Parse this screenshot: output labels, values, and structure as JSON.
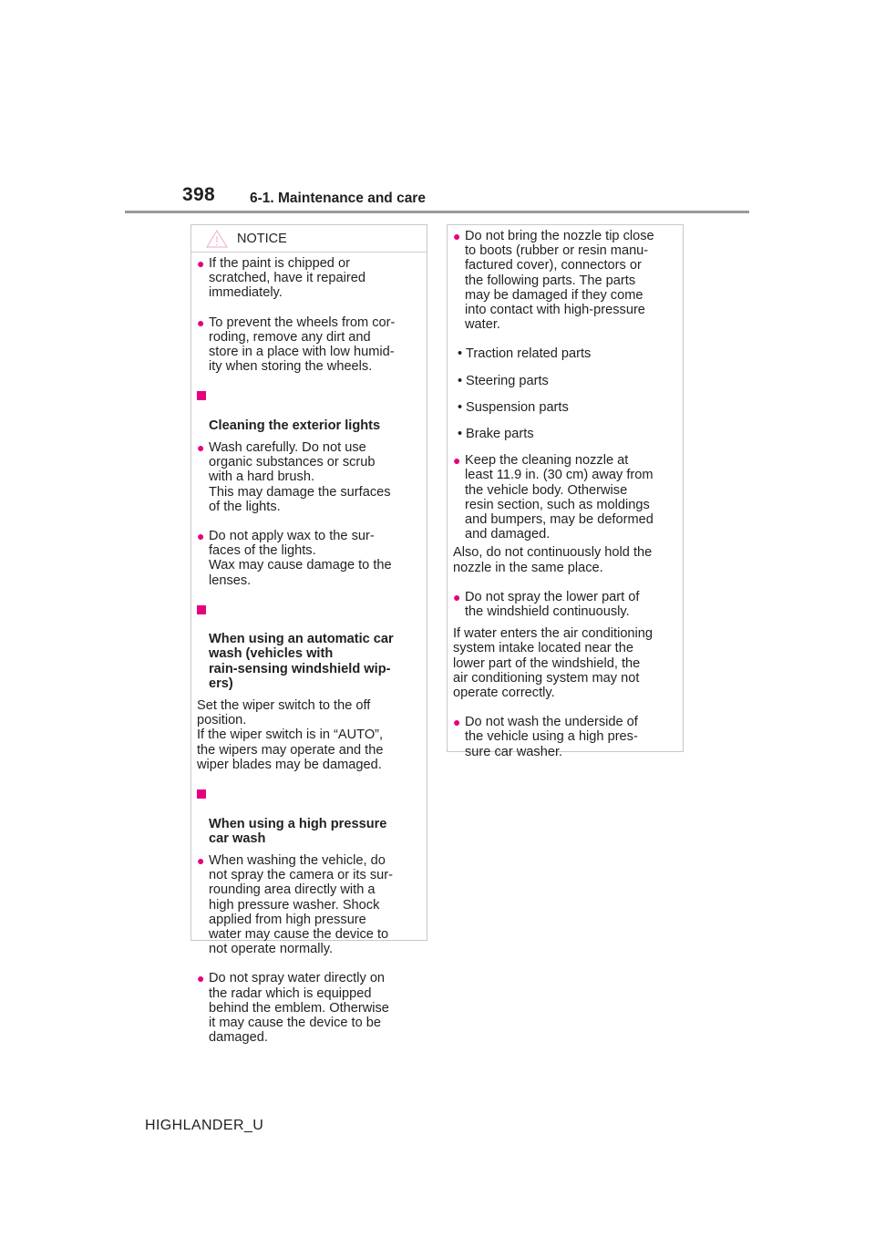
{
  "header": {
    "page_number": "398",
    "section_title": "6-1. Maintenance and care"
  },
  "notice": {
    "label": "NOTICE",
    "icon": "warning-triangle-icon"
  },
  "left": {
    "item1": "If the paint is chipped or\nscratched, have it repaired\nimmediately.",
    "item2": "To prevent the wheels from cor-\nroding, remove any dirt and\nstore in a place with low humid-\nity when storing the wheels.",
    "heading1": "Cleaning the exterior lights",
    "item3": "Wash carefully. Do not use\norganic substances or scrub\nwith a hard brush.\nThis may damage the surfaces\nof the lights.",
    "item4": "Do not apply wax to the sur-\nfaces of the lights.\nWax may cause damage to the\nlenses.",
    "heading2": "When using an automatic car\nwash (vehicles with\nrain-sensing windshield wip-\ners)",
    "para1": "Set the wiper switch to the off\nposition.\nIf the wiper switch is in “AUTO”,\nthe wipers may operate and the\nwiper blades may be damaged.",
    "heading3": "When using a high pressure\ncar wash",
    "item5": "When washing the vehicle, do\nnot spray the camera or its sur-\nrounding area directly with a\nhigh pressure washer. Shock\napplied from high pressure\nwater may cause the device to\nnot operate normally.",
    "item6": "Do not spray water directly on\nthe radar which is equipped\nbehind the emblem. Otherwise\nit may cause the device to be\ndamaged."
  },
  "right": {
    "item1": "Do not bring the nozzle tip close\nto boots (rubber or resin manu-\nfactured cover), connectors or\nthe following parts. The parts\nmay be damaged if they come\ninto contact with high-pressure\nwater.",
    "parts": [
      "Traction related parts",
      "Steering parts",
      "Suspension parts",
      "Brake parts"
    ],
    "item2": "Keep the cleaning nozzle at\nleast 11.9 in. (30 cm) away from\nthe vehicle body. Otherwise\nresin section, such as moldings\nand bumpers, may be deformed\nand damaged.",
    "para1": "Also, do not continuously hold the\nnozzle in the same place.",
    "item3": "Do not spray the lower part of\nthe windshield continuously.",
    "para2": "If water enters the air conditioning\nsystem intake located near the\nlower part of the windshield, the\nair conditioning system may not\noperate correctly.",
    "item4": "Do not wash the underside of\nthe vehicle using a high pres-\nsure car washer."
  },
  "bullet_glyph": "●",
  "dash_glyph": "•",
  "footer": {
    "model": "HIGHLANDER_U"
  },
  "colors": {
    "accent": "#e4007f",
    "text": "#231f20",
    "rule": "#9a9a9a",
    "box_border": "#c8c8c8"
  }
}
